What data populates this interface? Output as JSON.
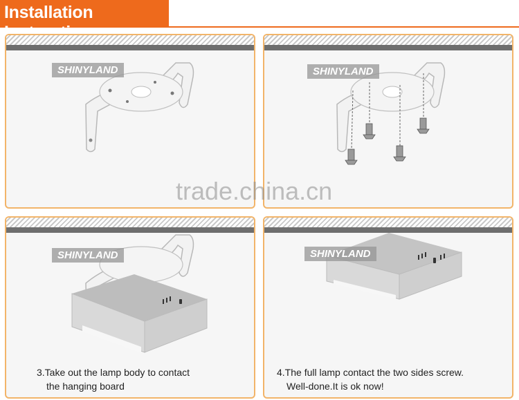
{
  "header": {
    "title": "Installation Instructions"
  },
  "panels": [
    {
      "brand": "SHINYLAND"
    },
    {
      "brand": "SHINYLAND"
    },
    {
      "brand": "SHINYLAND",
      "caption_line1": "3.Take out the lamp body to contact",
      "caption_line2": "the hanging board"
    },
    {
      "brand": "SHINYLAND",
      "caption_line1": "4.The full lamp contact the two sides screw.",
      "caption_line2": "Well-done.It is ok now!"
    }
  ],
  "watermark": "trade.china.cn",
  "colors": {
    "accent": "#ee6a1c",
    "panel_border": "#f2b469"
  }
}
